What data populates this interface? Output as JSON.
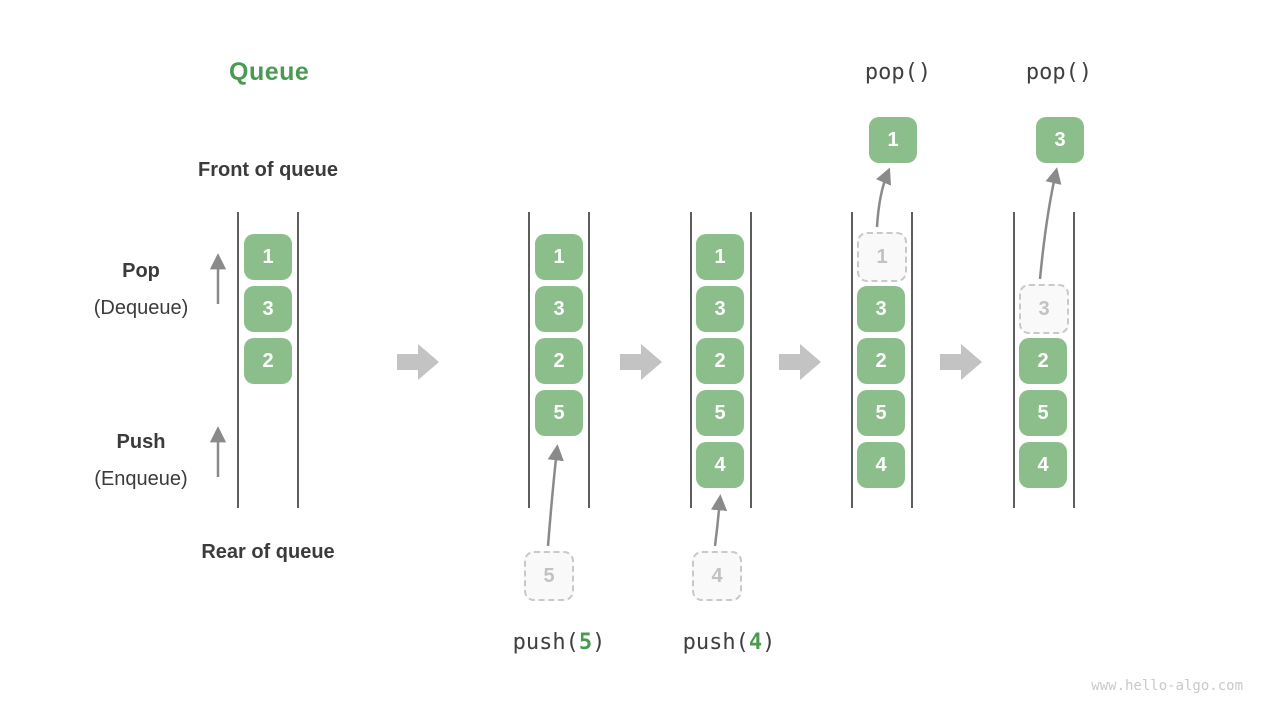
{
  "title": "Queue",
  "annotations": {
    "front": "Front of queue",
    "rear": "Rear of queue",
    "pop_label": "Pop",
    "pop_sublabel": "(Dequeue)",
    "push_label": "Push",
    "push_sublabel": "(Enqueue)"
  },
  "colors": {
    "title_green": "#4a9b52",
    "cell_green": "#8cbe8c",
    "cell_text": "#ffffff",
    "accent_green": "#4a9b50",
    "dashed_border": "#c9c9c9",
    "dashed_text": "#c2c2c2",
    "flow_arrow_gray": "#c3c3c3",
    "thin_arrow_gray": "#8a8a8a",
    "rail_gray": "#5d5d5d",
    "label_dark": "#3b3b3b"
  },
  "states": [
    {
      "name": "initial",
      "cells": [
        "1",
        "3",
        "2"
      ]
    },
    {
      "name": "after-push-5",
      "cells": [
        "1",
        "3",
        "2",
        "5"
      ],
      "incoming": "5",
      "op_prefix": "push(",
      "op_arg": "5",
      "op_suffix": ")"
    },
    {
      "name": "after-push-4",
      "cells": [
        "1",
        "3",
        "2",
        "5",
        "4"
      ],
      "incoming": "4",
      "op_prefix": "push(",
      "op_arg": "4",
      "op_suffix": ")"
    },
    {
      "name": "after-pop-1",
      "removed": "1",
      "cells": [
        "3",
        "2",
        "5",
        "4"
      ],
      "popped": "1",
      "op_label": "pop()"
    },
    {
      "name": "after-pop-3",
      "removed": "3",
      "cells": [
        "2",
        "5",
        "4"
      ],
      "popped": "3",
      "op_label": "pop()"
    }
  ],
  "watermark": "www.hello-algo.com"
}
